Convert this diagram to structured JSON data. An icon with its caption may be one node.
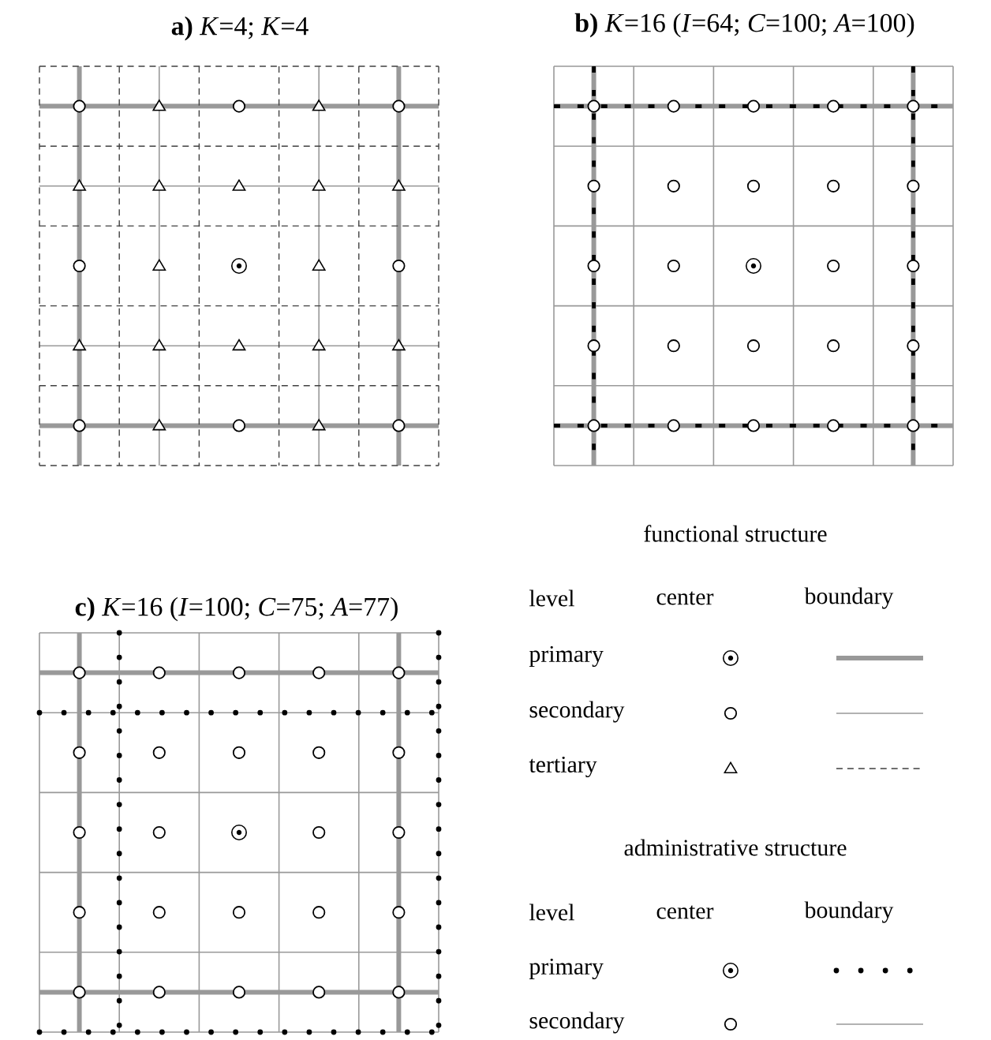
{
  "diagram": {
    "labels": [
      "**a)** *K*=4; *K*=4",
      "**b)** *K*=16 (*I*=64; *C*=100; *A*=100)",
      "functional structure",
      "level",
      "center",
      "boundary",
      "**c)** *K*=16 (*I*=100; *C*=75; *A*=77)",
      "administrative structure",
      "level",
      "center",
      "boundary"
    ],
    "legend": [
      {
        "text": "primary"
      },
      {
        "text": "secondary"
      },
      {
        "text": "tertiary"
      },
      {
        "text": "primary"
      },
      {
        "text": "secondary"
      }
    ]
  }
}
